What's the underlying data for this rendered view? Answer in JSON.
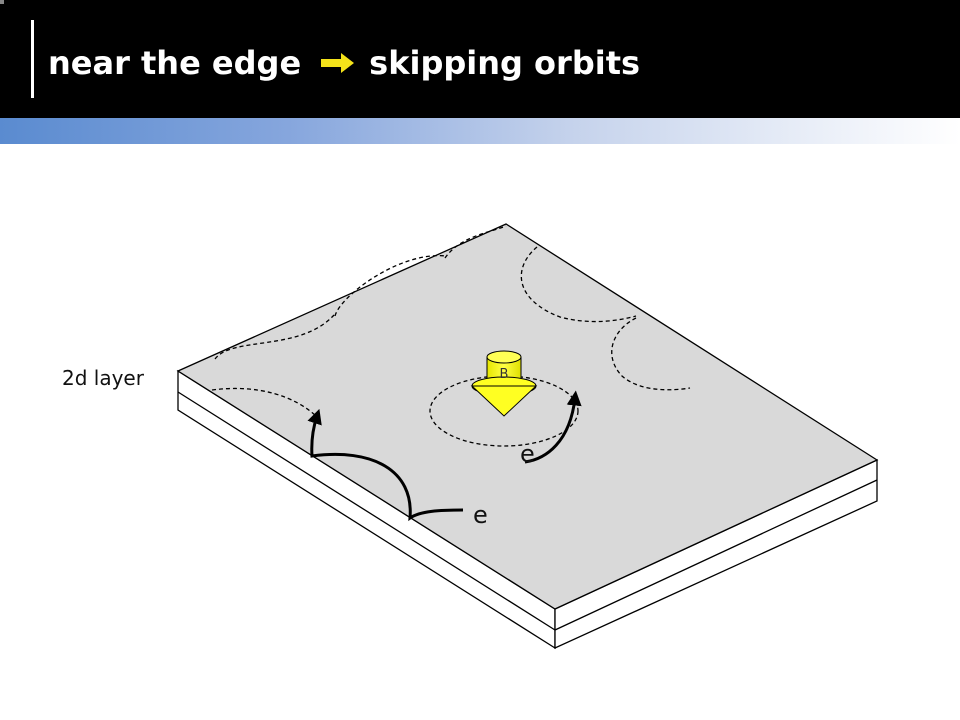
{
  "title": {
    "left": "near the edge",
    "right": "skipping orbits",
    "arrow_color": "#f4e21a"
  },
  "diagram": {
    "layer_label": "2d layer",
    "field_label": "B",
    "bulk_electron_label": "e",
    "edge_electron_label": "e",
    "colors": {
      "slab_top": "#d9d9d9",
      "slab_side": "#ffffff",
      "field_arrow": "#ffff22",
      "header_gradient_start": "#5a8bd0"
    }
  }
}
